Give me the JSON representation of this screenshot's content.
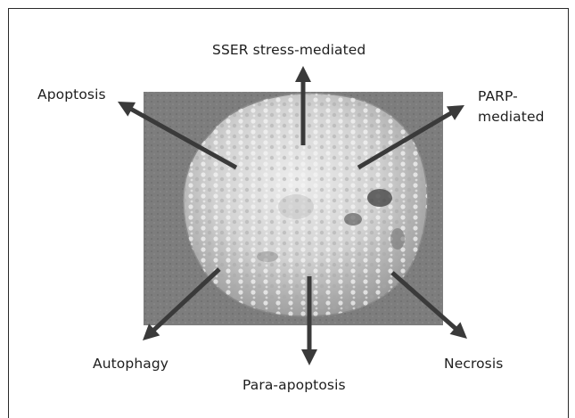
{
  "labels": {
    "sser": "SSER stress-mediated",
    "apoptosis": "Apoptosis",
    "parp_line1": "PARP-",
    "parp_line2": "mediated",
    "autophagy": "Autophagy",
    "necrosis": "Necrosis",
    "para_apoptosis": "Para-apoptosis"
  },
  "colors": {
    "arrow": "#3a3a3a",
    "photo_background": "#7d7d7d",
    "cell": "#d9d9d9",
    "text": "#1e1e1e"
  }
}
